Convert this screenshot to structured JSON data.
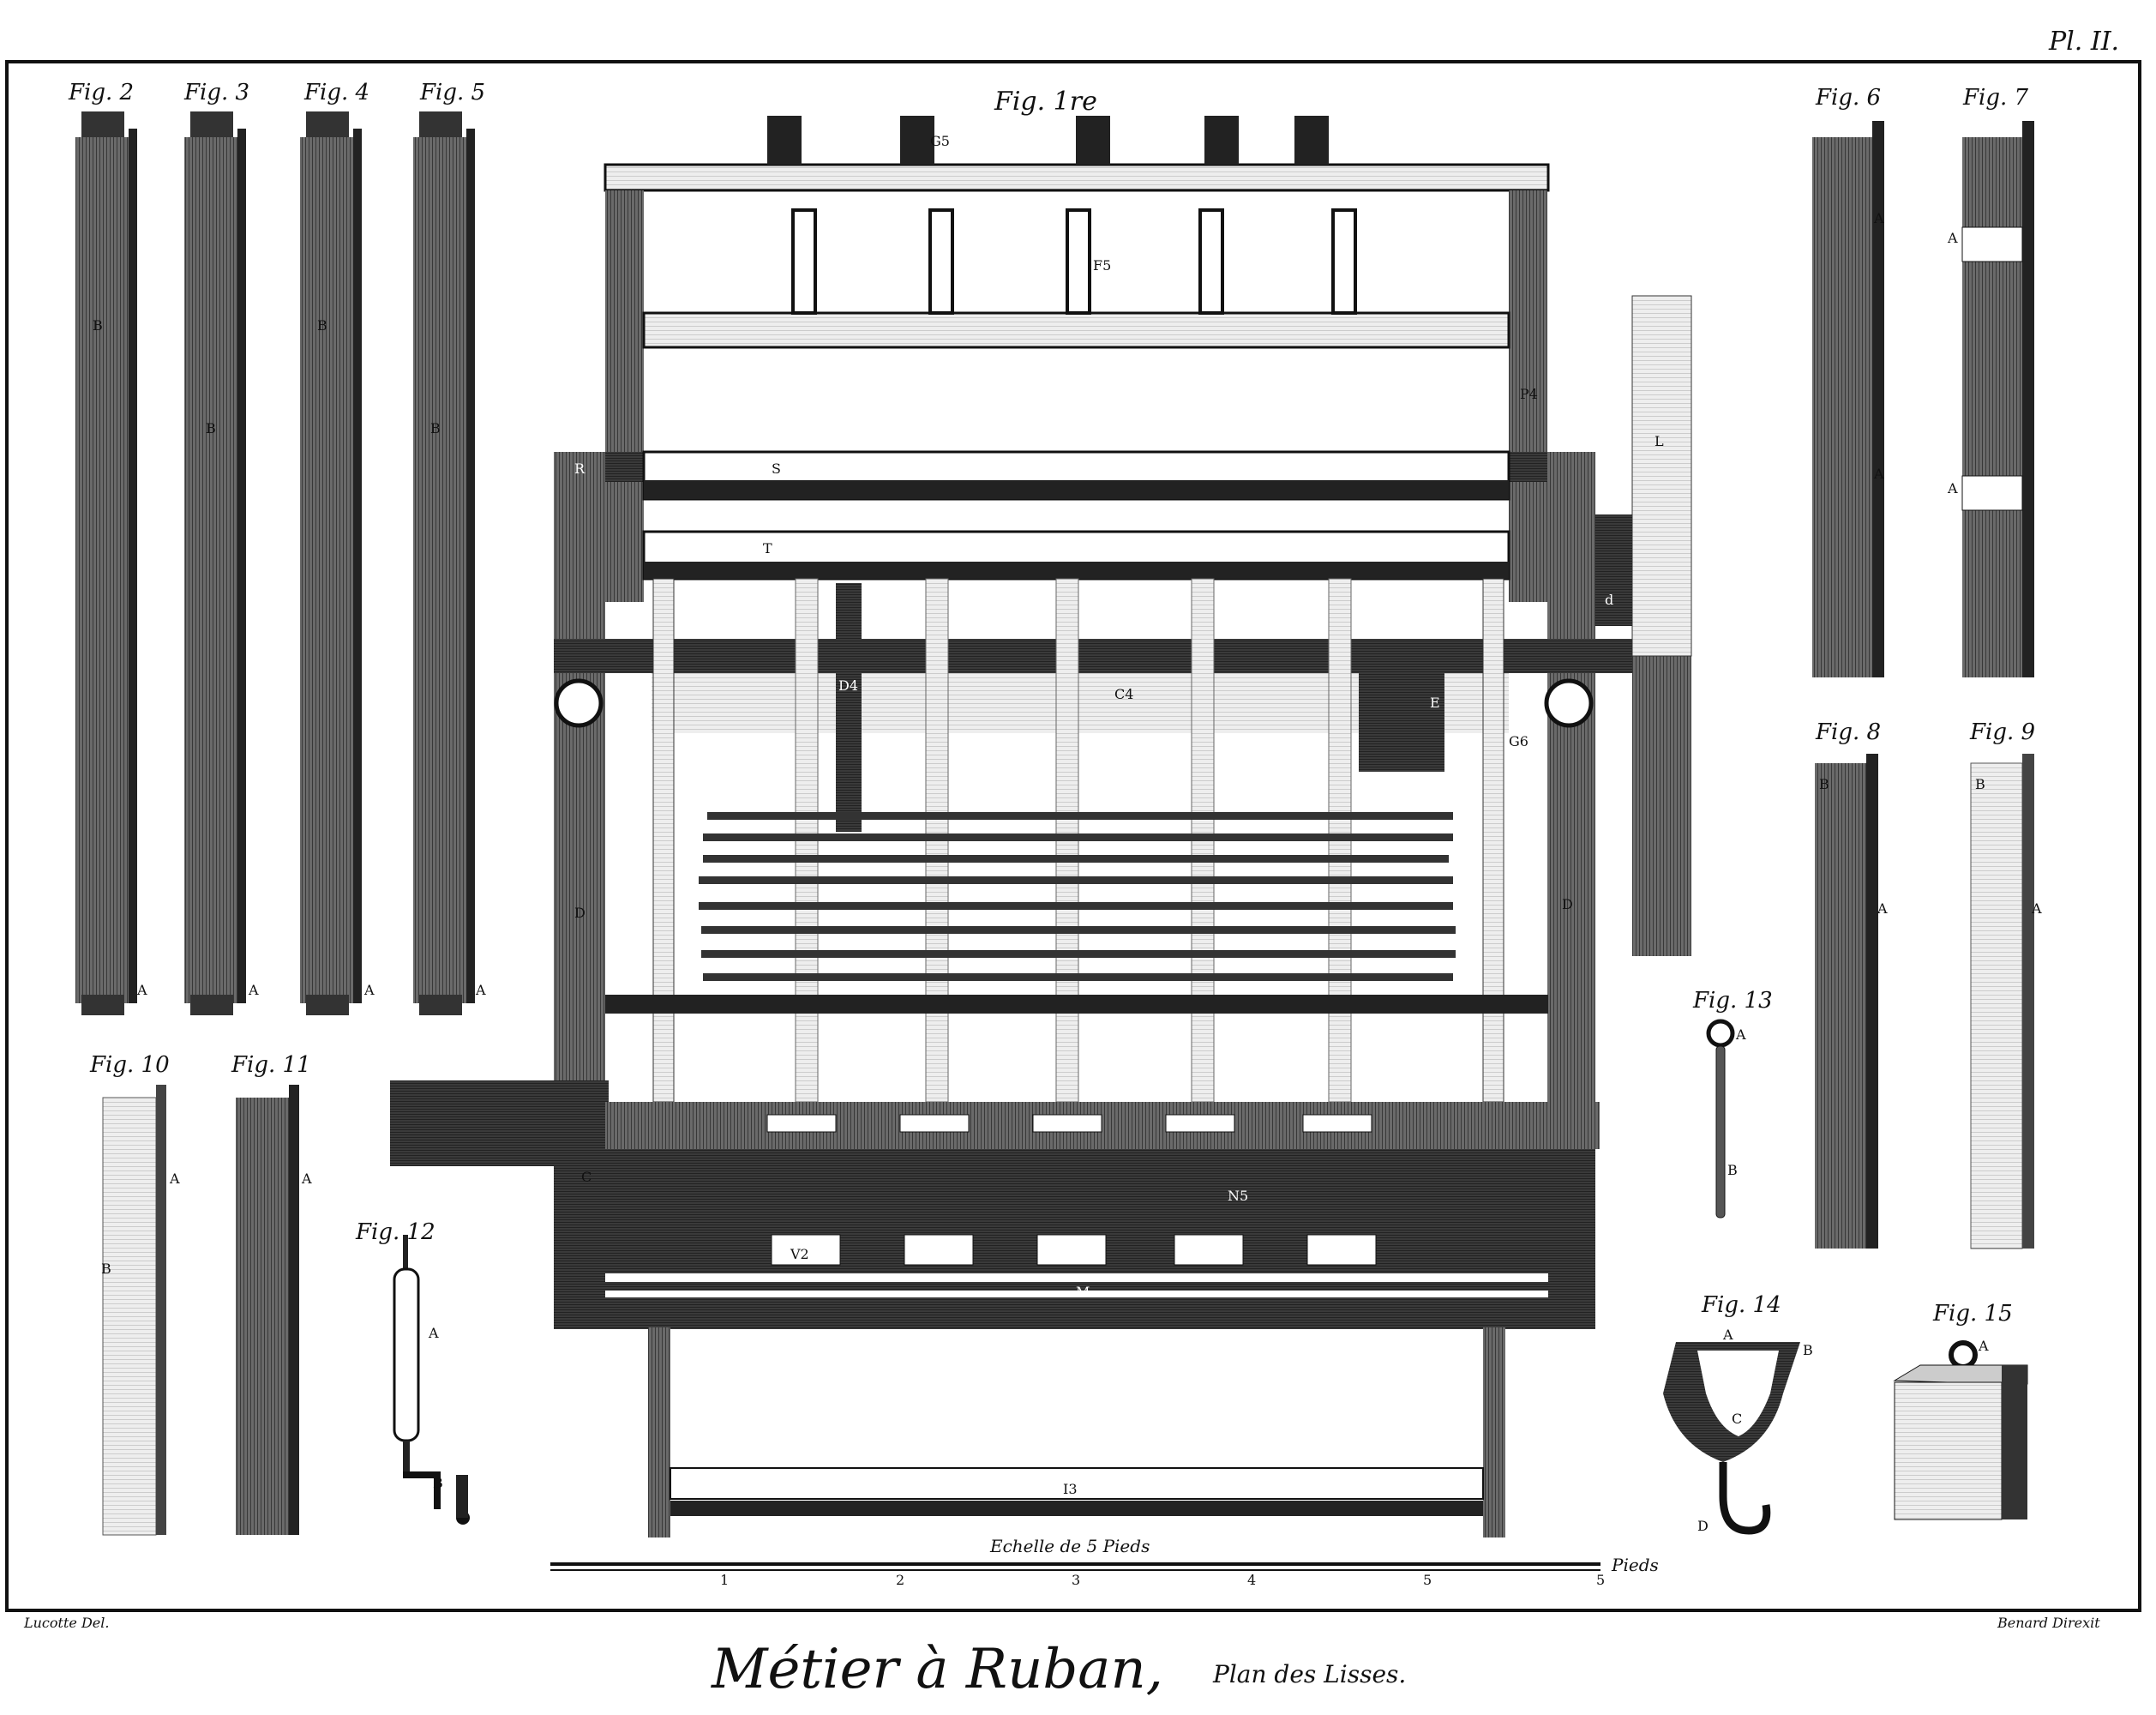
{
  "plate": {
    "number": "Pl. II.",
    "title_main": "Métier à Ruban,",
    "title_sub": "Plan des Lisses.",
    "draughtsman": "Lucotte Del.",
    "engraver": "Benard Direxit"
  },
  "scale": {
    "label": "Echelle de 5 Pieds",
    "unit": "Pieds",
    "ticks": [
      "1",
      "2",
      "3",
      "4",
      "5",
      "5"
    ]
  },
  "figures": {
    "fig1": "Fig. 1re",
    "fig2": "Fig. 2",
    "fig3": "Fig. 3",
    "fig4": "Fig. 4",
    "fig5": "Fig. 5",
    "fig6": "Fig. 6",
    "fig7": "Fig. 7",
    "fig8": "Fig. 8",
    "fig9": "Fig. 9",
    "fig10": "Fig. 10",
    "fig11": "Fig. 11",
    "fig12": "Fig. 12",
    "fig13": "Fig. 13",
    "fig14": "Fig. 14",
    "fig15": "Fig. 15"
  },
  "letters": {
    "A": "A",
    "B": "B",
    "C": "C",
    "D": "D",
    "G5": "G5",
    "F5": "F5",
    "P4": "P4",
    "R": "R",
    "S": "S",
    "T": "T",
    "L": "L",
    "d": "d",
    "C4": "C4",
    "D4": "D4",
    "N5": "N5",
    "V2": "V2",
    "M": "M",
    "I3": "I3",
    "E": "E",
    "G6": "G6"
  },
  "colors": {
    "ink": "#111111",
    "paper": "#ffffff",
    "mid": "#555555",
    "dark": "#2a2a2a"
  }
}
